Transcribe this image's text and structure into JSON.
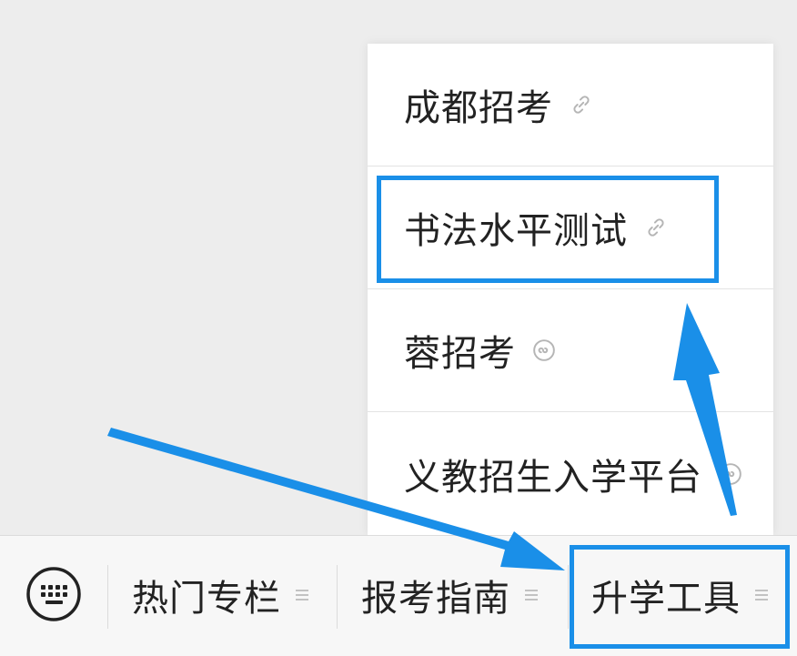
{
  "menu": {
    "items": [
      {
        "label": "成都招考",
        "icon": "link-icon"
      },
      {
        "label": "书法水平测试",
        "icon": "link-icon"
      },
      {
        "label": "蓉招考",
        "icon": "mini-program-icon"
      },
      {
        "label": "义教招生入学平台",
        "icon": "mini-program-icon"
      }
    ]
  },
  "bottombar": {
    "keyboard_icon": "keyboard-icon",
    "tabs": [
      {
        "label": "热门专栏",
        "icon": "menu-lines-icon"
      },
      {
        "label": "报考指南",
        "icon": "menu-lines-icon"
      },
      {
        "label": "升学工具",
        "icon": "menu-lines-icon"
      }
    ]
  },
  "colors": {
    "highlight": "#1a8fe8",
    "background": "#ededed",
    "menu_background": "#ffffff",
    "text": "#222222",
    "icon": "#b5b5b5"
  }
}
